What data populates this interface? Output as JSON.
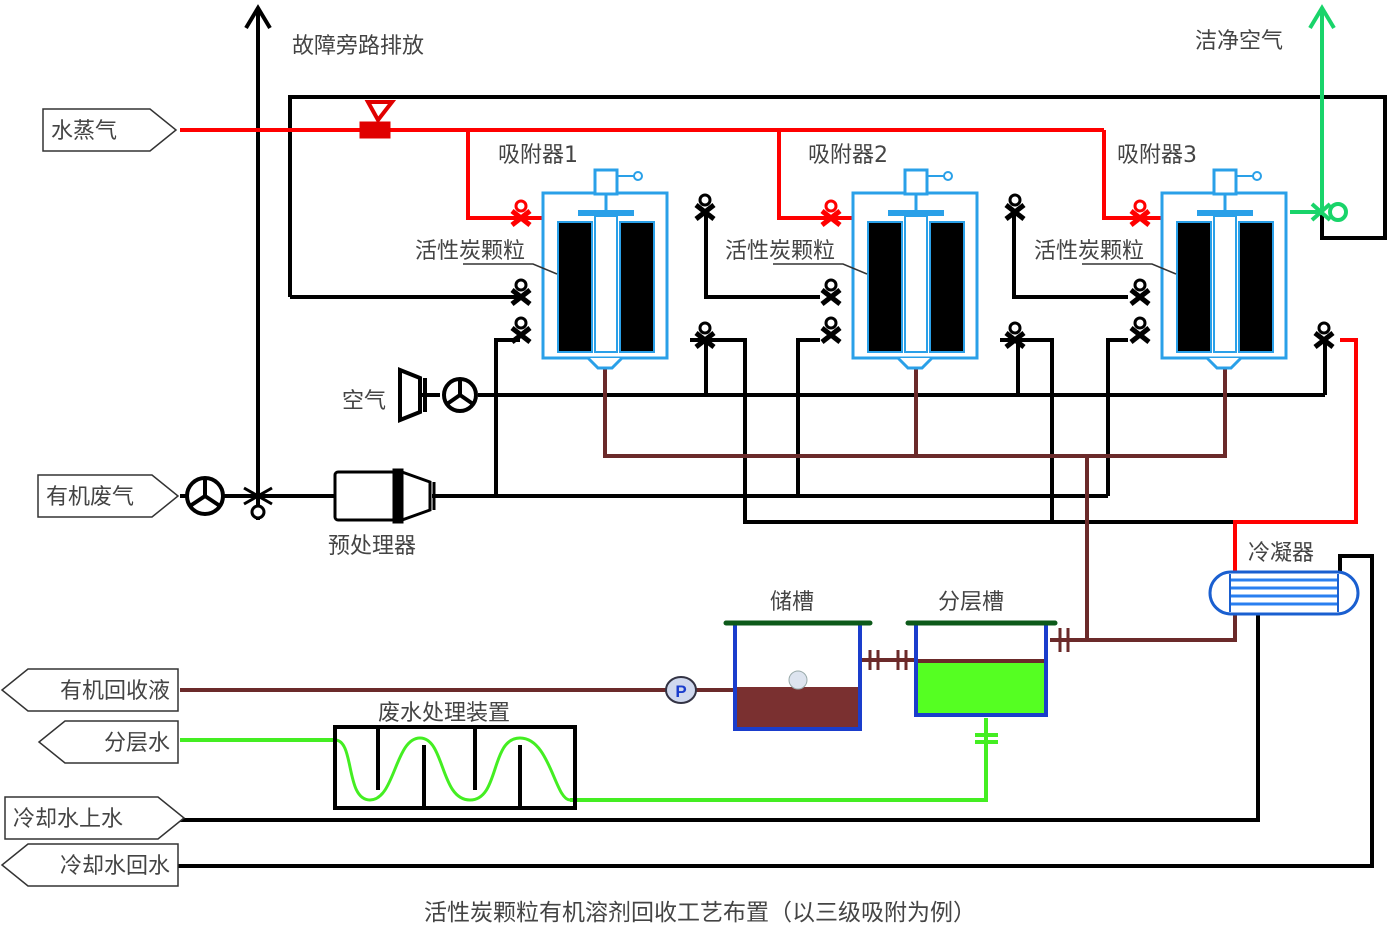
{
  "title": "活性炭颗粒有机溶剂回收工艺布置（以三级吸附为例）",
  "labels": {
    "bypass": "故障旁路排放",
    "clean_air": "洁净空气",
    "air": "空气",
    "pretreatment": "预处理器",
    "condenser": "冷凝器",
    "storage_tank": "储槽",
    "separation_tank": "分层槽",
    "wastewater_unit": "废水处理装置",
    "pump": "P"
  },
  "adsorbers": [
    {
      "name": "吸附器1",
      "media": "活性炭颗粒"
    },
    {
      "name": "吸附器2",
      "media": "活性炭颗粒"
    },
    {
      "name": "吸附器3",
      "media": "活性炭颗粒"
    }
  ],
  "inlets": {
    "steam": "水蒸气",
    "organic_waste_gas": "有机废气",
    "cooling_water_supply": "冷却水上水"
  },
  "outlets": {
    "recovered_liquid": "有机回收液",
    "separated_water": "分层水",
    "cooling_water_return": "冷却水回水"
  },
  "colors": {
    "steam": "#ff0000",
    "gas": "#000000",
    "condensate": "#6b2a2a",
    "clean_air": "#19d46a",
    "water": "#44ee22",
    "vessel": "#2aa0e8",
    "tank_wall": "#1a3dcc",
    "tank_lid": "#0d5a1a"
  }
}
